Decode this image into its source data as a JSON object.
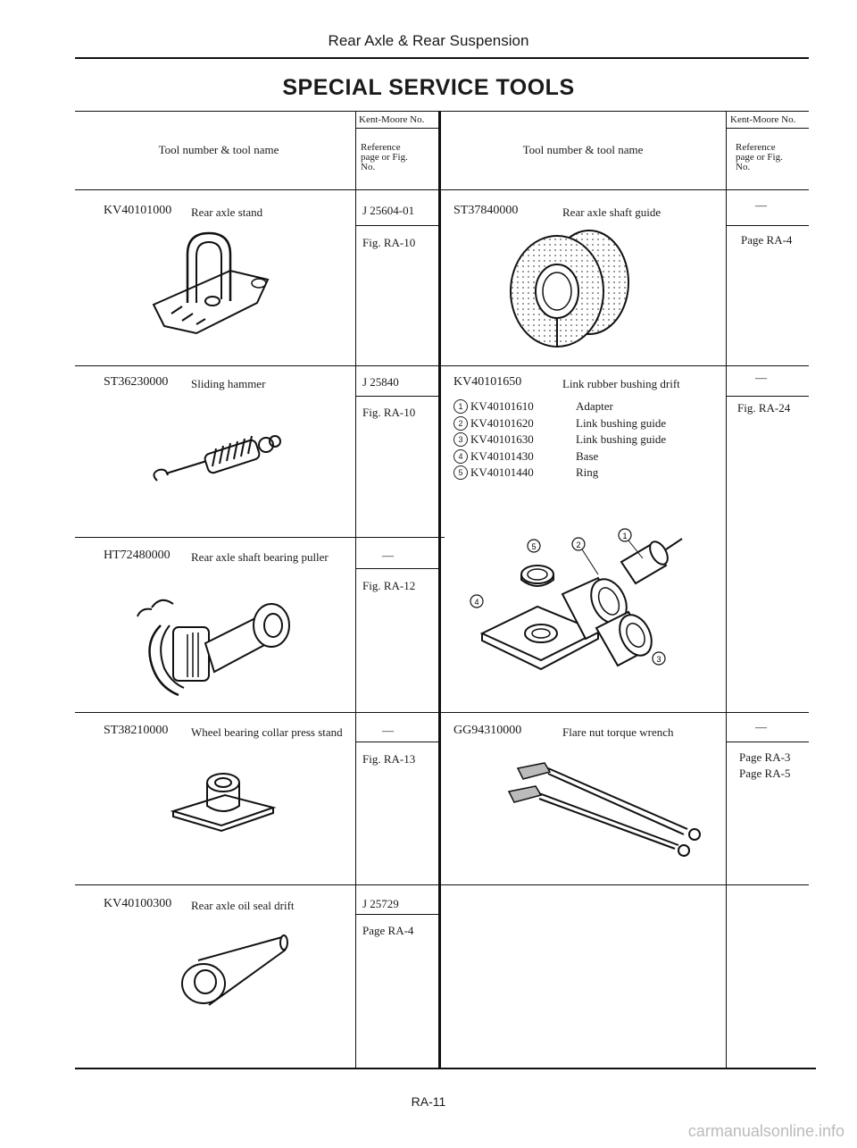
{
  "page": {
    "header": "Rear Axle & Rear Suspension",
    "title": "SPECIAL SERVICE TOOLS",
    "footer": "RA-11",
    "watermark": "carmanualsonline.info"
  },
  "table": {
    "col_tool": "Tool number & tool name",
    "col_km": "Kent-Moore No.",
    "col_ref": "Reference page or Fig. No.",
    "dash": "—"
  },
  "left_tools": [
    {
      "number": "KV40101000",
      "name": "Rear axle stand",
      "km": "J 25604-01",
      "ref": "Fig. RA-10",
      "illustration": "rear-axle-stand"
    },
    {
      "number": "ST36230000",
      "name": "Sliding hammer",
      "km": "J 25840",
      "ref": "Fig. RA-10",
      "illustration": "sliding-hammer"
    },
    {
      "number": "HT72480000",
      "name": "Rear axle shaft bearing puller",
      "km": "—",
      "ref": "Fig. RA-12",
      "illustration": "bearing-puller"
    },
    {
      "number": "ST38210000",
      "name": "Wheel bearing collar press stand",
      "km": "—",
      "ref": "Fig. RA-13",
      "illustration": "collar-press-stand"
    },
    {
      "number": "KV40100300",
      "name": "Rear axle oil seal drift",
      "km": "J 25729",
      "ref": "Page RA-4",
      "illustration": "oil-seal-drift"
    }
  ],
  "right_tools": [
    {
      "number": "ST37840000",
      "name": "Rear axle shaft guide",
      "km": "—",
      "ref": "Page RA-4",
      "illustration": "shaft-guide"
    },
    {
      "number": "KV40101650",
      "name": "Link rubber bushing drift",
      "km": "—",
      "ref": "Fig. RA-24",
      "illustration": "bushing-drift-set",
      "parts": [
        {
          "mark": "1",
          "number": "KV40101610",
          "name": "Adapter"
        },
        {
          "mark": "2",
          "number": "KV40101620",
          "name": "Link bushing guide"
        },
        {
          "mark": "3",
          "number": "KV40101630",
          "name": "Link bushing guide"
        },
        {
          "mark": "4",
          "number": "KV40101430",
          "name": "Base"
        },
        {
          "mark": "5",
          "number": "KV40101440",
          "name": "Ring"
        }
      ]
    },
    {
      "number": "GG94310000",
      "name": "Flare nut torque wrench",
      "km": "—",
      "ref": "Page RA-3",
      "ref2": "Page RA-5",
      "illustration": "torque-wrench"
    }
  ]
}
